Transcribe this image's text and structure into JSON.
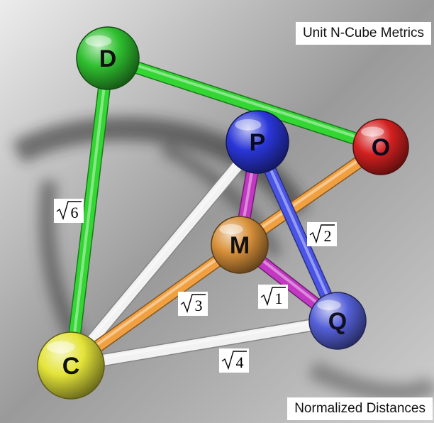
{
  "header": {
    "title": "Unit N-Cube Metrics"
  },
  "footer": {
    "caption": "Normalized Distances"
  },
  "diagram": {
    "nodes": [
      {
        "id": "D",
        "label": "D",
        "color": "#2fbf2f"
      },
      {
        "id": "O",
        "label": "O",
        "color": "#d42020"
      },
      {
        "id": "P",
        "label": "P",
        "color": "#2a36d8"
      },
      {
        "id": "M",
        "label": "M",
        "color": "#d8903a"
      },
      {
        "id": "Q",
        "label": "Q",
        "color": "#5560d8"
      },
      {
        "id": "C",
        "label": "C",
        "color": "#e4e43a"
      }
    ],
    "edges": [
      {
        "from": "D",
        "to": "C",
        "color": "#33d633",
        "label": "6"
      },
      {
        "from": "D",
        "to": "O",
        "color": "#33d633",
        "label": ""
      },
      {
        "from": "C",
        "to": "P",
        "color": "#f2f2f2",
        "label": ""
      },
      {
        "from": "C",
        "to": "Q",
        "color": "#f2f2f2",
        "label": "4"
      },
      {
        "from": "C",
        "to": "M",
        "color": "#f0a040",
        "label": "3"
      },
      {
        "from": "M",
        "to": "O",
        "color": "#f0a040",
        "label": ""
      },
      {
        "from": "P",
        "to": "Q",
        "color": "#4a55e6",
        "label": "2"
      },
      {
        "from": "P",
        "to": "M",
        "color": "#c238c2",
        "label": ""
      },
      {
        "from": "M",
        "to": "Q",
        "color": "#c238c2",
        "label": "1"
      }
    ]
  }
}
